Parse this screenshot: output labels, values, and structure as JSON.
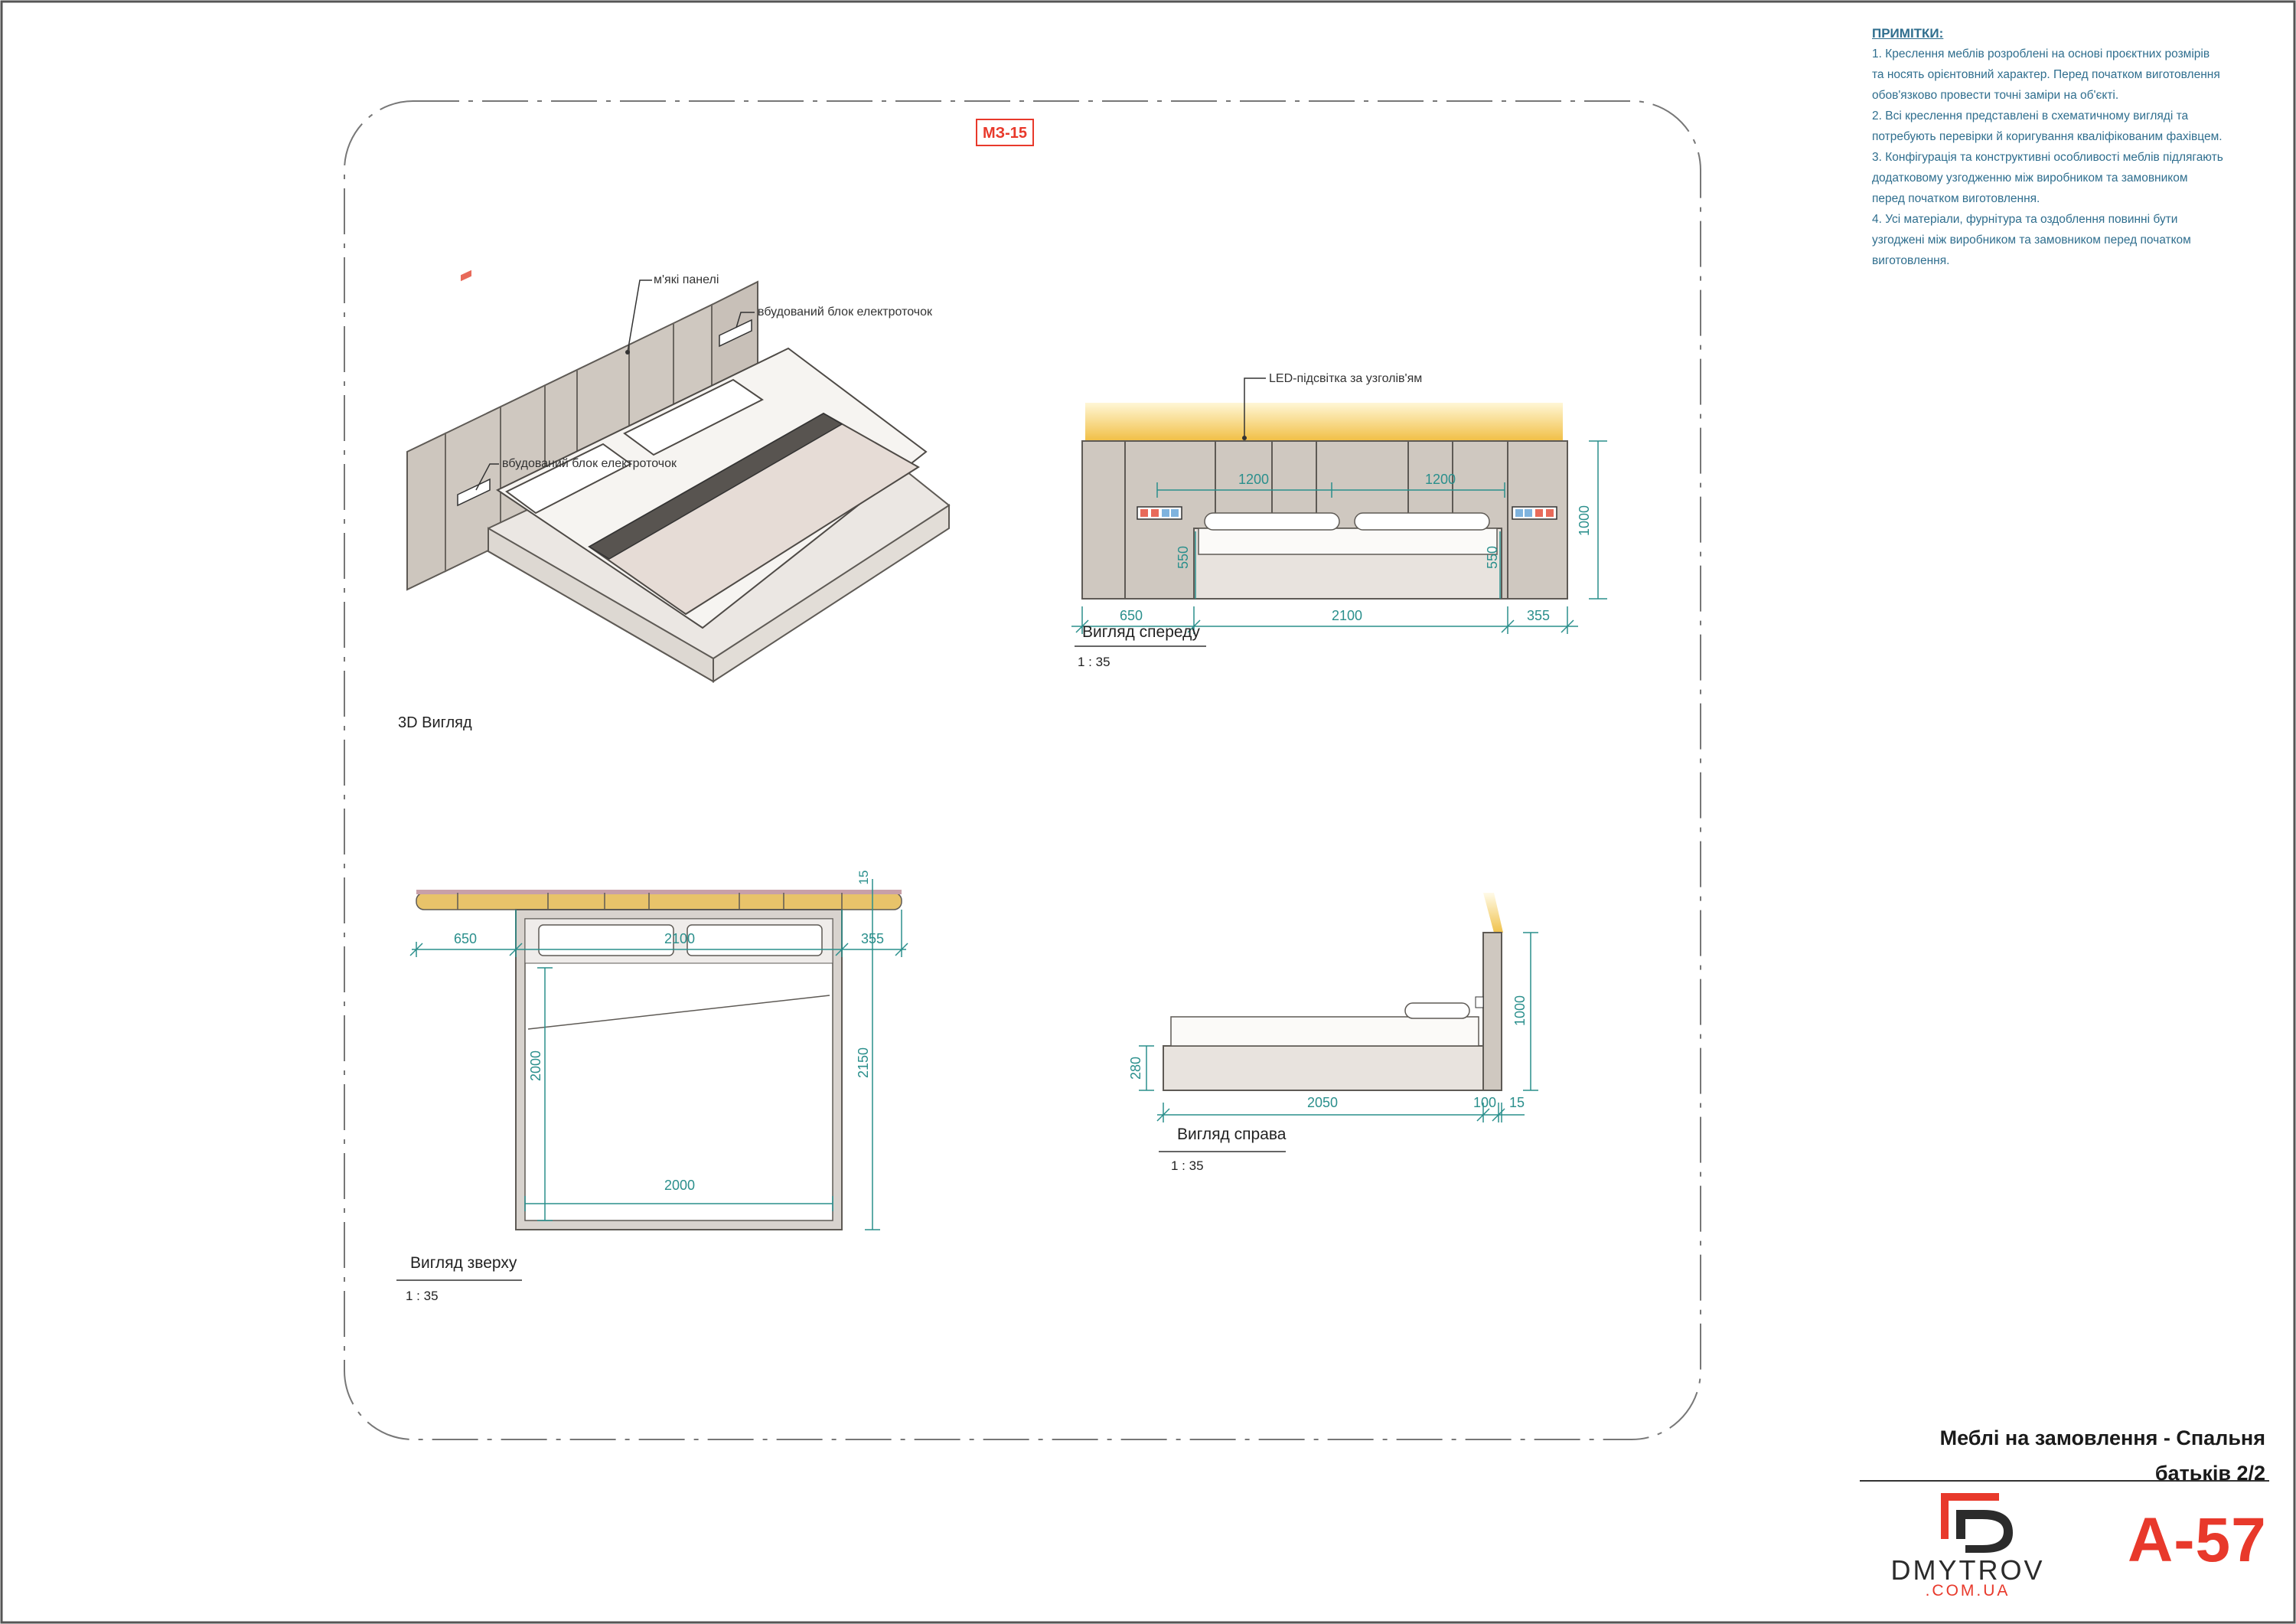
{
  "drawing_code": "МЗ-15",
  "notes": {
    "title": "ПРИМІТКИ:",
    "items": [
      "1. Креслення меблів розроблені на основі проєктних розмірів",
      "та носять орієнтовний характер. Перед початком виготовлення",
      "обов'язково провести точні заміри на об'єкті.",
      "2. Всі креслення представлені в схематичному вигляді та",
      "потребують перевірки й коригування кваліфікованим фахівцем.",
      "3. Конфігурація та конструктивні особливості меблів підлягають",
      "додатковому узгодженню між виробником та замовником",
      "перед початком виготовлення.",
      "4. Усі матеріали, фурнітура та оздоблення повинні бути",
      "узгоджені між виробником та замовником перед початком",
      "виготовлення."
    ]
  },
  "views": {
    "iso": {
      "title": "3D Вигляд",
      "label_panels": "м'які панелі",
      "label_outlet_right": "вбудований блок електроточок",
      "label_outlet_left": "вбудований блок електроточок"
    },
    "front": {
      "title": "Вигляд спереду",
      "scale": "1 : 35",
      "label_led": "LED-підсвітка за узголів'ям",
      "dims": {
        "w_left": "650",
        "w_bed": "2100",
        "w_right": "355",
        "h_total": "1000",
        "outlet_h_left": "550",
        "outlet_h_right": "550",
        "pillow_left": "1200",
        "pillow_right": "1200"
      }
    },
    "top": {
      "title": "Вигляд зверху",
      "scale": "1 : 35",
      "dims": {
        "w_left": "650",
        "w_head": "2100",
        "w_right": "355",
        "depth_top": "15",
        "len_mattress": "2000",
        "len_total": "2150",
        "w_mattress": "2000"
      }
    },
    "side": {
      "title": "Вигляд справа",
      "scale": "1 : 35",
      "dims": {
        "h_base": "280",
        "h_head": "1000",
        "len": "2050",
        "head_depth": "100",
        "panel": "15"
      }
    }
  },
  "title_block": {
    "line1": "Меблі на замовлення - Спальня",
    "line2": "батьків 2/2",
    "sheet_number": "A-57",
    "brand": "DMYTROV",
    "brand_sub": ".COM.UA"
  },
  "colors": {
    "accent": "#e8392b",
    "dimension": "#2a8f8c",
    "notes": "#2f6e8e",
    "upholstery": "#cfc7bf",
    "led": "#f3c24a"
  }
}
